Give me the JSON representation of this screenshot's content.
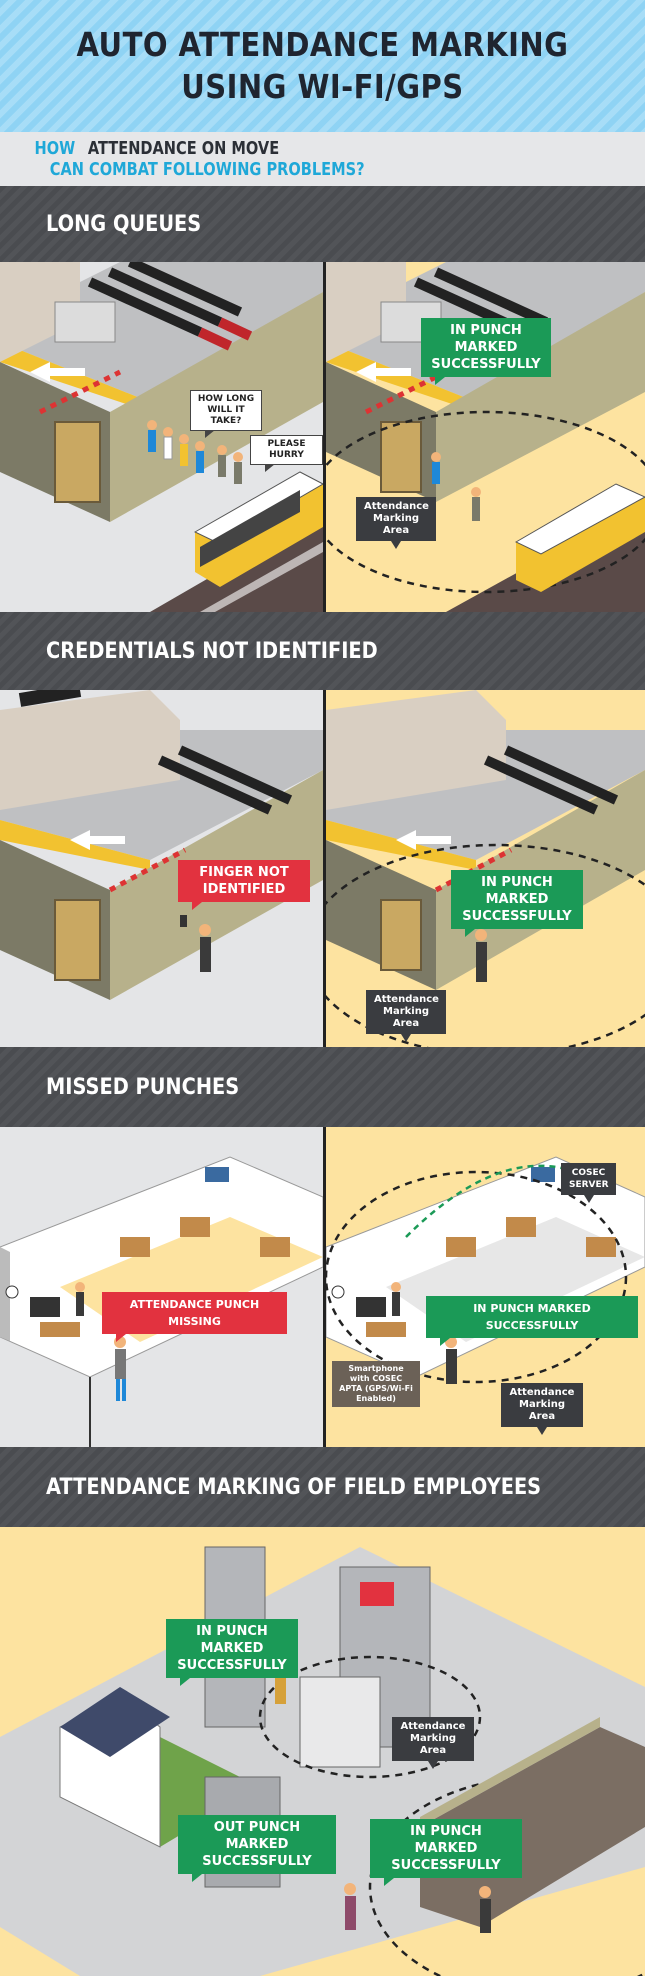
{
  "header": {
    "title_line1": "AUTO ATTENDANCE MARKING",
    "title_line2": "USING WI-FI/GPS"
  },
  "subheader": {
    "part1": "HOW",
    "part2": " ATTENDANCE ON MOVE ",
    "part3": "CAN COMBAT FOLLOWING PROBLEMS?"
  },
  "sections": {
    "long_queues": {
      "title": "LONG QUEUES",
      "bubble_how_long": "HOW LONG WILL IT TAKE?",
      "bubble_please_hurry": "PLEASE HURRY",
      "in_punch": "IN PUNCH MARKED SUCCESSFULLY",
      "area": "Attendance Marking Area"
    },
    "credentials": {
      "title": "CREDENTIALS NOT IDENTIFIED",
      "finger_not_identified": "FINGER NOT IDENTIFIED",
      "in_punch": "IN PUNCH MARKED SUCCESSFULLY",
      "area": "Attendance Marking Area"
    },
    "missed_punches": {
      "title": "MISSED PUNCHES",
      "punch_missing": "ATTENDANCE PUNCH MISSING",
      "server": "COSEC SERVER",
      "in_punch": "IN PUNCH MARKED SUCCESSFULLY",
      "smartphone": "Smartphone with COSEC APTA (GPS/Wi-Fi Enabled)",
      "area": "Attendance Marking Area"
    },
    "field": {
      "title": "ATTENDANCE MARKING OF FIELD EMPLOYEES",
      "in_punch_1": "IN PUNCH MARKED SUCCESSFULLY",
      "area": "Attendance Marking Area",
      "out_punch": "OUT PUNCH MARKED SUCCESSFULLY",
      "in_punch_2": "IN PUNCH MARKED SUCCESSFULLY"
    }
  },
  "colors": {
    "header_blue": "#8fd3f4",
    "accent_blue": "#1fa8d8",
    "success_green": "#1b9a57",
    "error_red": "#e2323f",
    "sand": "#fde3a0",
    "section_dark": "#4a4c50"
  }
}
